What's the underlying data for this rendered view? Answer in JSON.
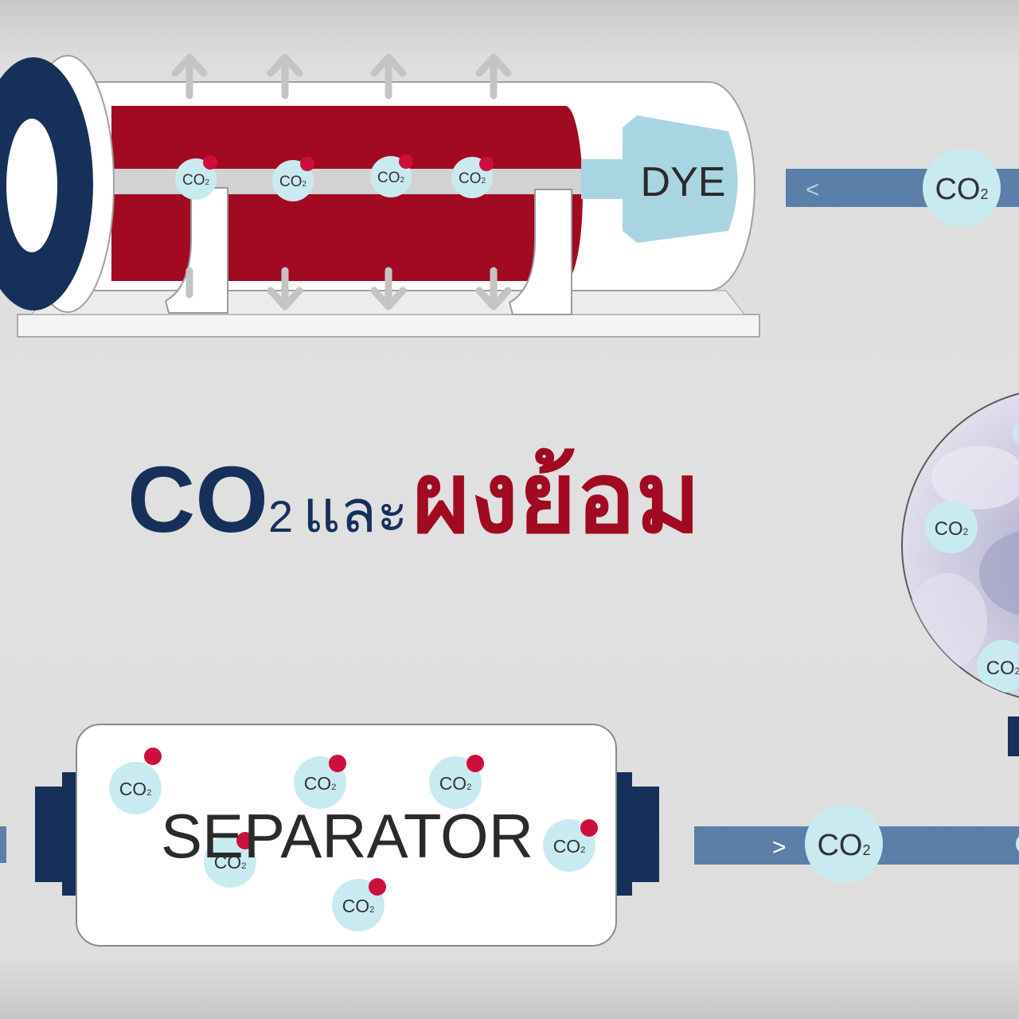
{
  "title": {
    "co2": "CO",
    "co2_sub": "2",
    "and_word": "และ",
    "dye_word": "ผงย้อม"
  },
  "labels": {
    "dye": "DYE",
    "separator": "SEPARATOR",
    "co2": "CO",
    "co2_sub": "2"
  },
  "arrows": {
    "left": "<",
    "right": ">"
  },
  "colors": {
    "navy": "#17305a",
    "red": "#a10a22",
    "light_blue": "#a9d4e2",
    "pipe_blue": "#5b7fa8",
    "bubble": "#c9eaf0",
    "red_dot": "#cc0f3e"
  }
}
